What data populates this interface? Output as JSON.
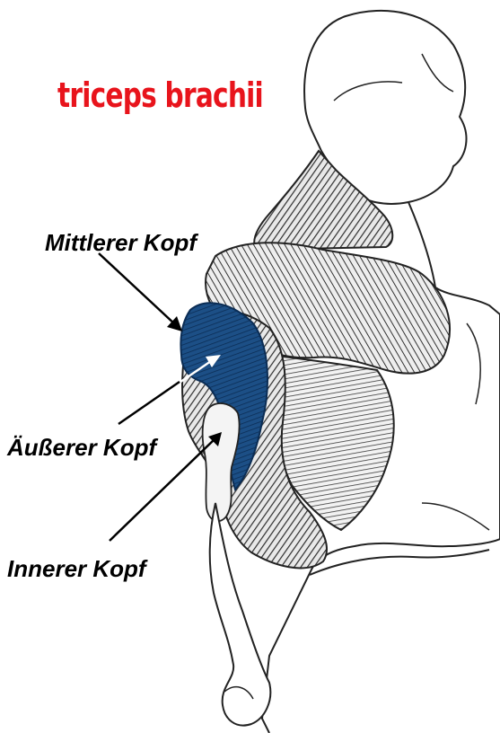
{
  "title": "triceps brachii",
  "labels": {
    "middle_head": "Mittlerer Kopf",
    "outer_head": "Äußerer Kopf",
    "inner_head": "Innerer Kopf"
  },
  "colors": {
    "title": "#e8141c",
    "highlight_muscle": "#1c4f86",
    "outline": "#222222",
    "shading": "#3a3a3a"
  }
}
